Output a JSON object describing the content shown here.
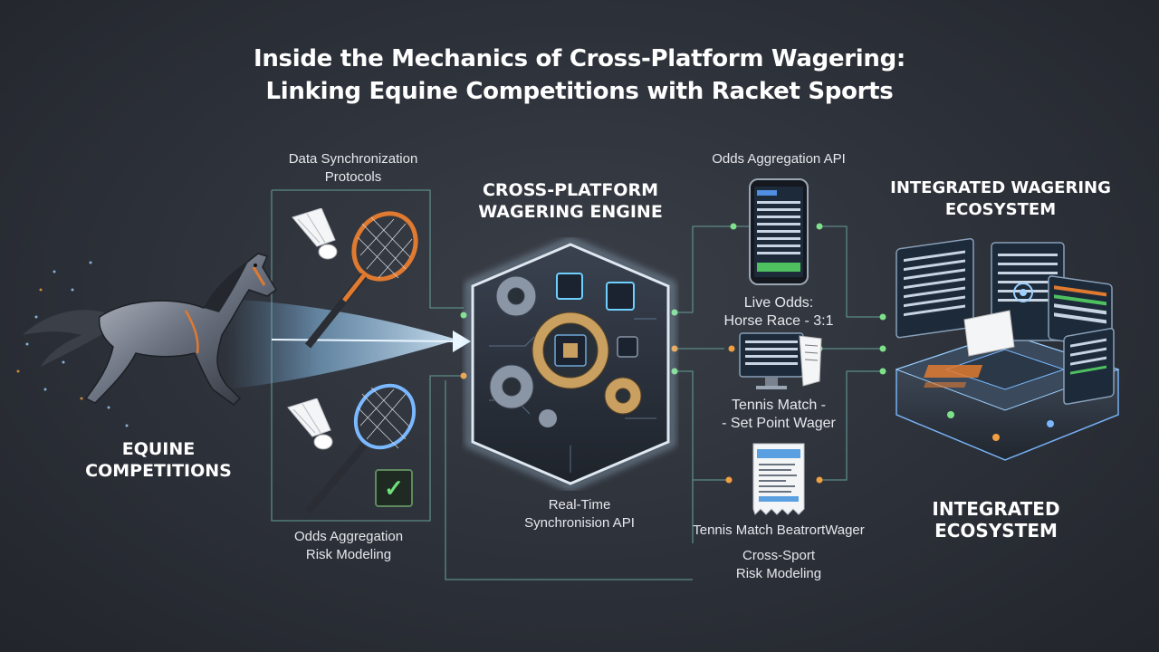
{
  "title": {
    "line1": "Inside the Mechanics of Cross-Platform Wagering:",
    "line2": "Linking Equine Competitions with Racket Sports"
  },
  "left": {
    "equine": "EQUINE\nCOMPETITIONS",
    "sync_protocols": "Data Synchronization\nProtocols",
    "odds_risk": "Odds Aggregation\nRisk Modeling"
  },
  "engine": {
    "heading": "CROSS-PLATFORM\nWAGERING ENGINE",
    "api": "Real-Time\nSynchronision API"
  },
  "middle": {
    "odds_api": "Odds Aggregation API",
    "live_odds": "Live Odds:\nHorse Race - 3:1",
    "tennis_set": "Tennis Match -\n- Set Point Wager",
    "tennis_beat": "Tennis Match BeatrortWager",
    "cross_sport": "Cross-Sport\nRisk Modeling"
  },
  "right": {
    "ecosystem_top": "INTEGRATED WAGERING\nECOSYSTEM",
    "ecosystem_bottom": "INTEGRATED\nECOSYSTEM"
  },
  "colors": {
    "background": "#2c3038",
    "accent_green": "#7ee08a",
    "accent_orange": "#f0a040",
    "accent_blue": "#7ab8ff",
    "gear_gold": "#c9a060"
  },
  "icons": [
    "horse-icon",
    "shuttlecock-icon",
    "racket-icon",
    "checkmark-icon",
    "gear-icon",
    "chip-icon",
    "smartphone-icon",
    "monitor-icon",
    "ticket-icon",
    "dashboard-icon"
  ]
}
